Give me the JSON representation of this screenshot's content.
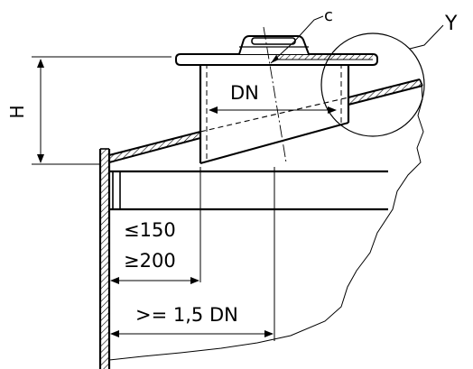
{
  "labels": {
    "callout_c": "c",
    "callout_y": "Y",
    "dim_h": "H",
    "dim_dn": "DN",
    "dim_le150": "≤150",
    "dim_ge200": "≥200",
    "dim_15dn": ">= 1,5 DN"
  },
  "colors": {
    "ink": "#000000",
    "paper": "#ffffff"
  }
}
